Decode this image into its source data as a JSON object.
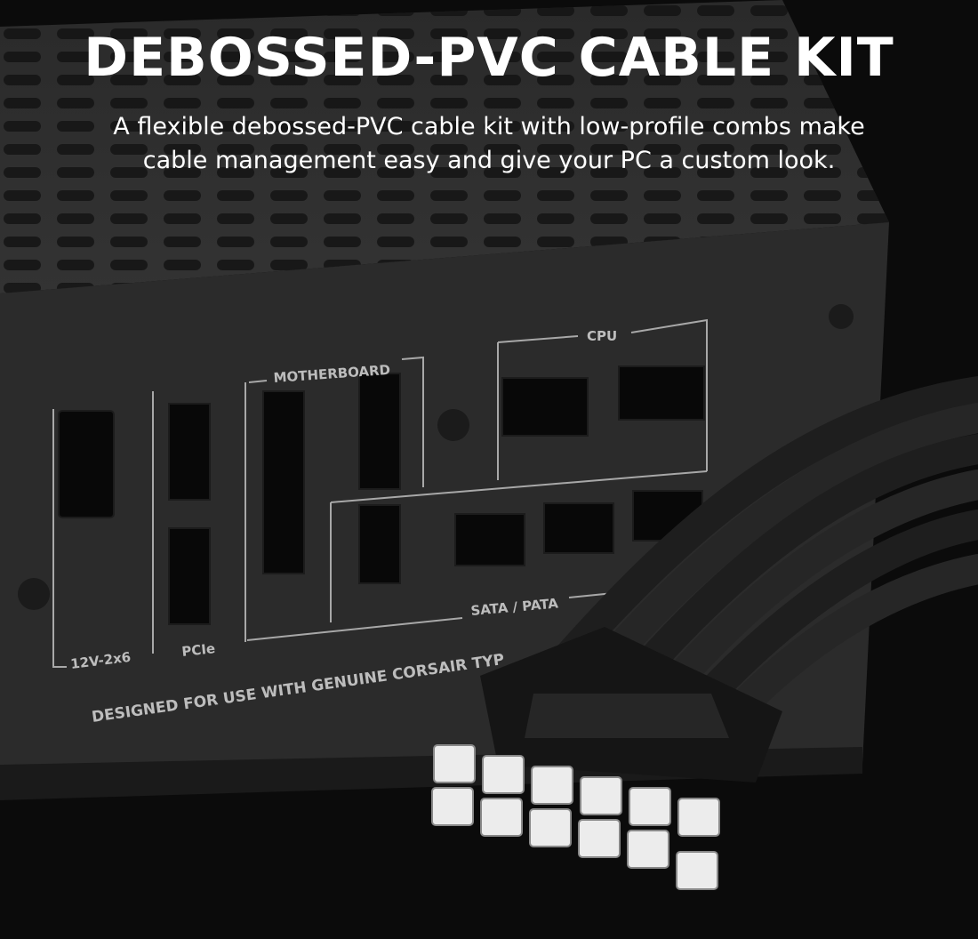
{
  "hero": {
    "title": "DEBOSSED-PVC CABLE KIT",
    "subtitle_line1": "A flexible debossed-PVC cable kit with low-profile combs make",
    "subtitle_line2": "cable management easy and give your PC a custom look."
  },
  "psu_labels": {
    "cpu": "CPU",
    "motherboard": "MOTHERBOARD",
    "sata_pata": "SATA / PATA",
    "pcie": "PCIe",
    "twelve_v": "12V-2x6",
    "warning": "DESIGNED FOR USE WITH GENUINE CORSAIR TYP"
  }
}
